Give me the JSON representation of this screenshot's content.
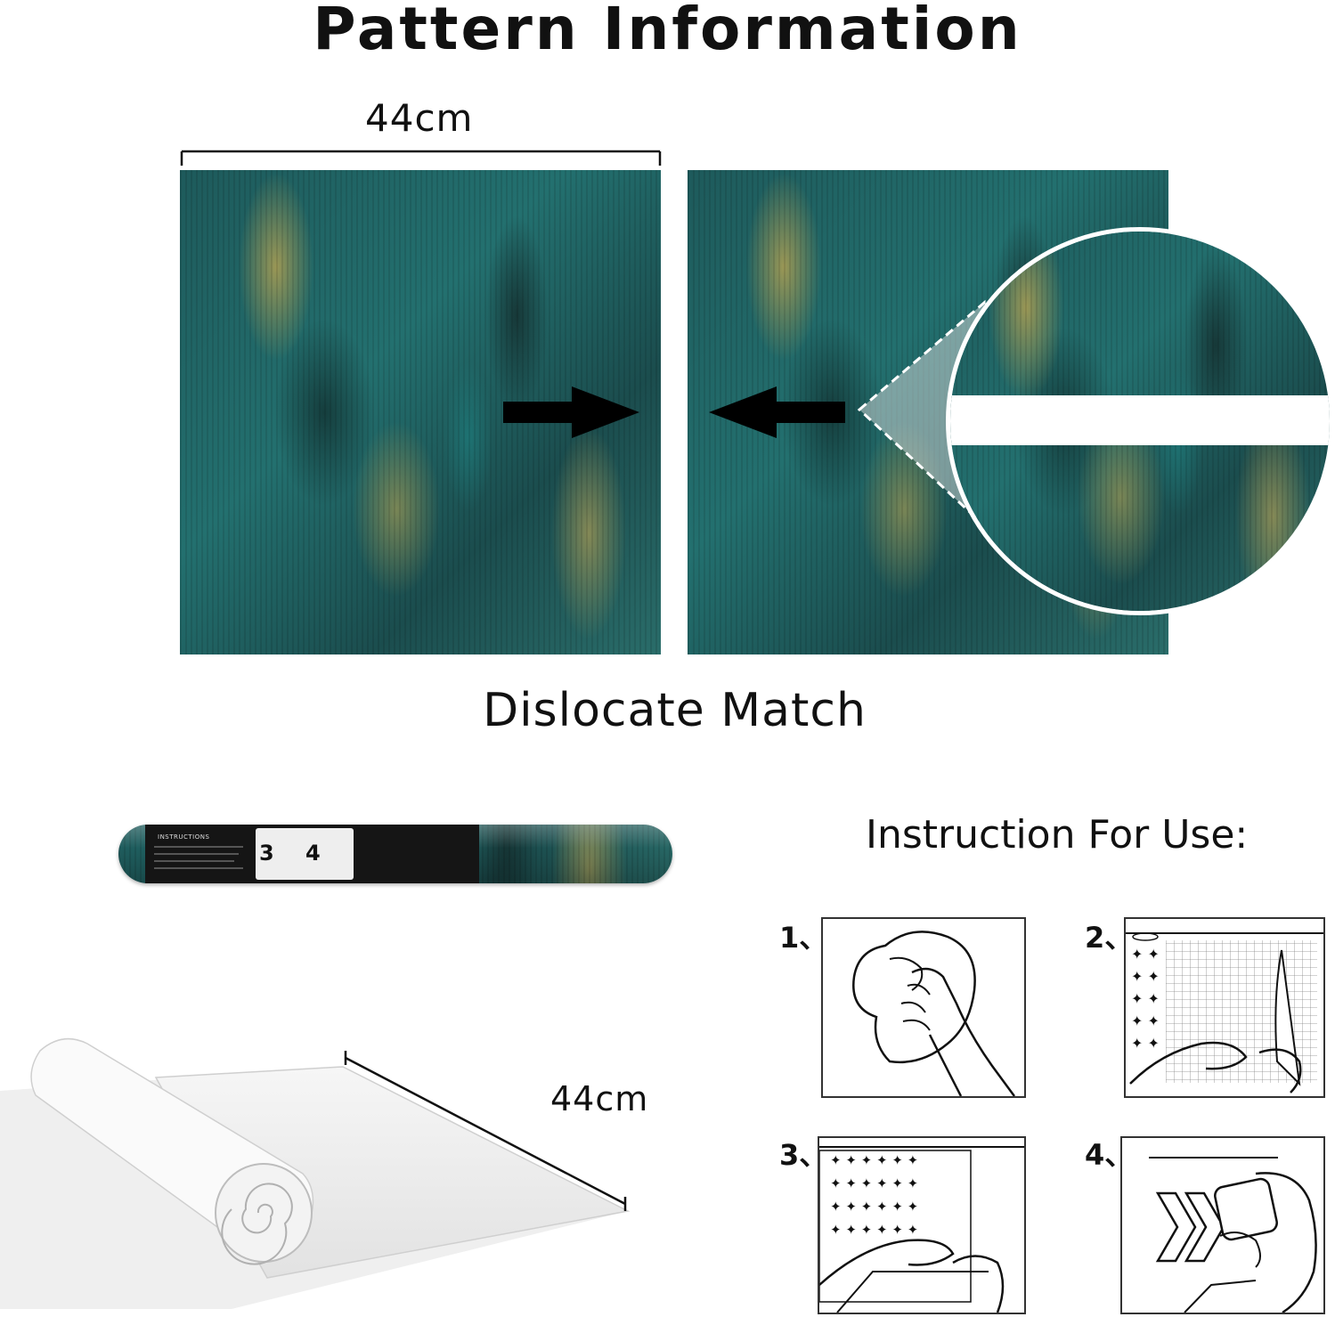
{
  "header": {
    "title": "Pattern Information"
  },
  "pattern": {
    "width_label": "44cm",
    "match_label": "Dislocate Match"
  },
  "roll": {
    "width_label": "44cm",
    "packaging": {
      "heading": "INSTRUCTIONS",
      "steps": [
        "3",
        "4"
      ]
    }
  },
  "instructions": {
    "title": "Instruction For Use:",
    "steps": [
      {
        "label": "1、",
        "icon": "wipe-wall-icon"
      },
      {
        "label": "2、",
        "icon": "peel-backing-icon"
      },
      {
        "label": "3、",
        "icon": "apply-wallpaper-icon"
      },
      {
        "label": "4、",
        "icon": "smooth-squeegee-icon"
      }
    ]
  },
  "colors": {
    "teal": "#1e5a5b",
    "gold": "#c4a850",
    "ink": "#111111"
  }
}
